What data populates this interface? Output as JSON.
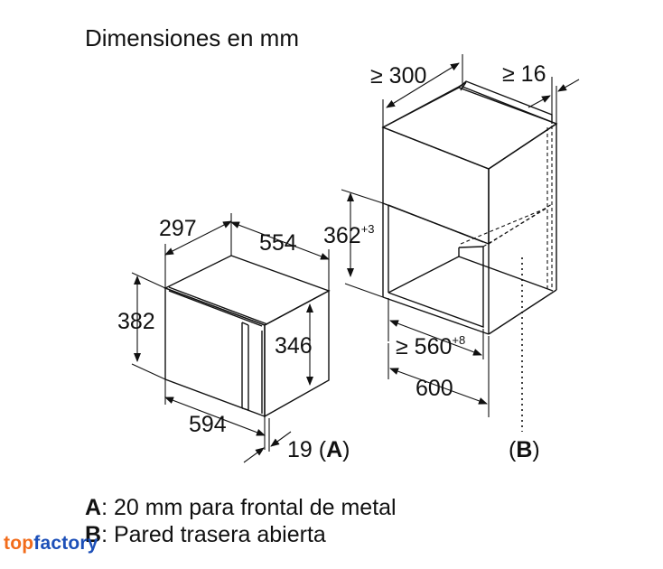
{
  "title": "Dimensiones en mm",
  "microwave": {
    "depth": "297",
    "width": "554",
    "height": "382",
    "inner_height": "346",
    "front_width": "594",
    "front_depth": "19",
    "front_note_open": " (",
    "front_note_letter": "A",
    "front_note_close": ")"
  },
  "niche": {
    "depth_min": "≥ 300",
    "gap_min": "≥ 16",
    "height": "362",
    "height_tol": "+3",
    "width_min": "≥ 560",
    "width_tol": "+8",
    "cabinet_width": "600",
    "label_open": "(",
    "label_letter": "B",
    "label_close": ")"
  },
  "legend": [
    {
      "letter": "A",
      "text": ": 20 mm para frontal de metal"
    },
    {
      "letter": "B",
      "text": ": Pared trasera abierta"
    }
  ],
  "brand": {
    "part1": "top",
    "part2": "factory"
  }
}
